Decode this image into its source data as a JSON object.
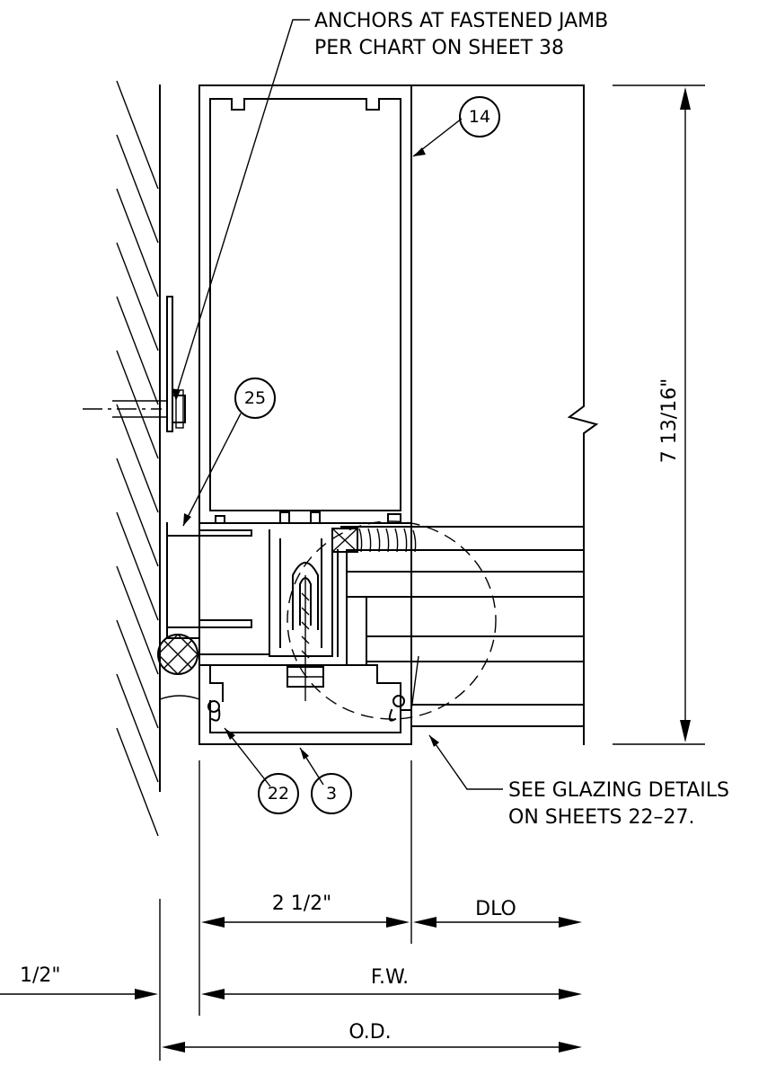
{
  "notes": {
    "anchors_line1": "ANCHORS AT FASTENED JAMB",
    "anchors_line2": "PER CHART ON SHEET 38",
    "glazing_line1": "SEE GLAZING DETAILS",
    "glazing_line2": "ON SHEETS 22–27."
  },
  "callouts": [
    {
      "id": "callout-14",
      "label": "14"
    },
    {
      "id": "callout-25",
      "label": "25"
    },
    {
      "id": "callout-22",
      "label": "22"
    },
    {
      "id": "callout-3",
      "label": "3"
    }
  ],
  "dimensions": {
    "height": "7 13/16\"",
    "frame_depth": "2 1/2\"",
    "dlo": "DLO",
    "fw": "F.W.",
    "shim": "1/2\"",
    "od": "O.D."
  }
}
